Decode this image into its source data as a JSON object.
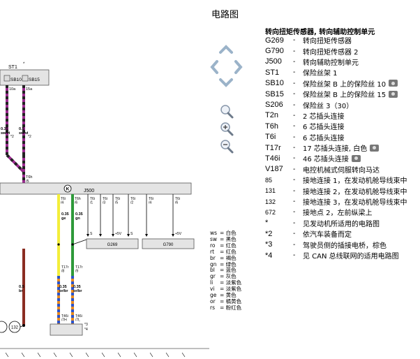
{
  "page": {
    "title": "电路图"
  },
  "legend": {
    "heading": "转向扭矩传感器, 转向辅助控制单元",
    "items": [
      {
        "code": "G269",
        "desc": "转向扭矩传感器",
        "cam": false
      },
      {
        "code": "G790",
        "desc": "转向扭矩传感器 2",
        "cam": false
      },
      {
        "code": "J500",
        "desc": "转向辅助控制单元",
        "cam": false
      },
      {
        "code": "ST1",
        "desc": "保险丝架 1",
        "cam": false
      },
      {
        "code": "SB10",
        "desc": "保险丝架 B 上的保险丝 10",
        "cam": true
      },
      {
        "code": "SB15",
        "desc": "保险丝架 B 上的保险丝 15",
        "cam": true
      },
      {
        "code": "S206",
        "desc": "保险丝 3（30）",
        "cam": false
      },
      {
        "code": "T2n",
        "desc": "2 芯插头连接",
        "cam": false
      },
      {
        "code": "T6h",
        "desc": "6 芯插头连接",
        "cam": false
      },
      {
        "code": "T6i",
        "desc": "6 芯插头连接",
        "cam": false
      },
      {
        "code": "T17r",
        "desc": "17 芯插头连接, 白色",
        "cam": true
      },
      {
        "code": "T46i",
        "desc": "46 芯插头连接",
        "cam": true
      },
      {
        "code": "V187",
        "desc": "电控机械式伺服转向马达",
        "cam": false
      },
      {
        "code": "85",
        "desc": "接地连接 1，在发动机舱导线束中",
        "cam": false,
        "small": true
      },
      {
        "code": "131",
        "desc": "接地连接 2，在发动机舱导线束中",
        "cam": false,
        "small": true
      },
      {
        "code": "132",
        "desc": "接地连接 3，在发动机舱导线束中",
        "cam": false,
        "small": true
      },
      {
        "code": "672",
        "desc": "接地点 2，左前纵梁上",
        "cam": false,
        "small": true
      },
      {
        "code": "*",
        "desc": "见发动机所适用的电路图",
        "cam": false
      },
      {
        "code": "*2",
        "desc": "依汽车装备而定",
        "cam": false
      },
      {
        "code": "*3",
        "desc": "驾驶员侧的插接电桥，棕色",
        "cam": false
      },
      {
        "code": "*4",
        "desc": "见 CAN 总线联网的适用电路图",
        "cam": false
      }
    ]
  },
  "wire_colors": [
    {
      "code": "ws",
      "name": "= 白色"
    },
    {
      "code": "sw",
      "name": "= 黑色"
    },
    {
      "code": "ro",
      "name": "= 红色"
    },
    {
      "code": "rt",
      "name": "= 红色"
    },
    {
      "code": "br",
      "name": "= 褐色"
    },
    {
      "code": "gn",
      "name": "= 绿色"
    },
    {
      "code": "bl",
      "name": "= 蓝色"
    },
    {
      "code": "gr",
      "name": "= 灰色"
    },
    {
      "code": "li",
      "name": "= 淡紫色"
    },
    {
      "code": "vi",
      "name": "= 淡紫色"
    },
    {
      "code": "ge",
      "name": "= 黄色"
    },
    {
      "code": "or",
      "name": "= 橘黄色"
    },
    {
      "code": "rs",
      "name": "= 粉红色"
    }
  ],
  "diagram": {
    "fuse_box_label": "ST1",
    "fuse_box_sup": "*",
    "fuse_a": "SB10",
    "fuse_b": "SB15",
    "pin_a": "10a",
    "pin_b": "15a",
    "wire_a": "0.35\nsw/vi",
    "wire_a_star": "*2",
    "wire_b": "0.5\nsw/vi",
    "wire_b_star": "*2",
    "t6h": "T6h",
    "t6h_pin": "/5",
    "k_symbol": "K",
    "control_unit": "J500",
    "connector_pins": [
      "T6i\n/4",
      "T6h\n/6",
      "T6i\n/1",
      "T6i\n/3",
      "T6i\n/5",
      "T6i\n/2",
      "T6i\n/4",
      "T6i\n/6"
    ],
    "wire_ge": "0.35\nge",
    "wire_gn": "0.35\ngn",
    "g269": "G269",
    "g790": "G790",
    "s_labels": [
      "S",
      "+5V",
      "S",
      "+5V"
    ],
    "t17r_a": "T17r\n/8",
    "t17r_b": "T17r\n/9",
    "wire_orbr_a": "0.35\nor/br",
    "wire_orbr_b": "0.35\nor/br",
    "t46i_a": "T46i\n/7H",
    "t46i_b": "T46i\n/7L",
    "t46_star3": "*3",
    "t46_star4": "*4",
    "wire_br": "0.5\nbr",
    "ground_132": "132",
    "colors": {
      "violet": "#9b2b8f",
      "black": "#222222",
      "yellow": "#f3ee3a",
      "green": "#2e9a3a",
      "brown": "#8b2d22",
      "orange": "#e88a1e",
      "blue": "#2b53c9",
      "grey_box": "#e4e4e4"
    }
  }
}
